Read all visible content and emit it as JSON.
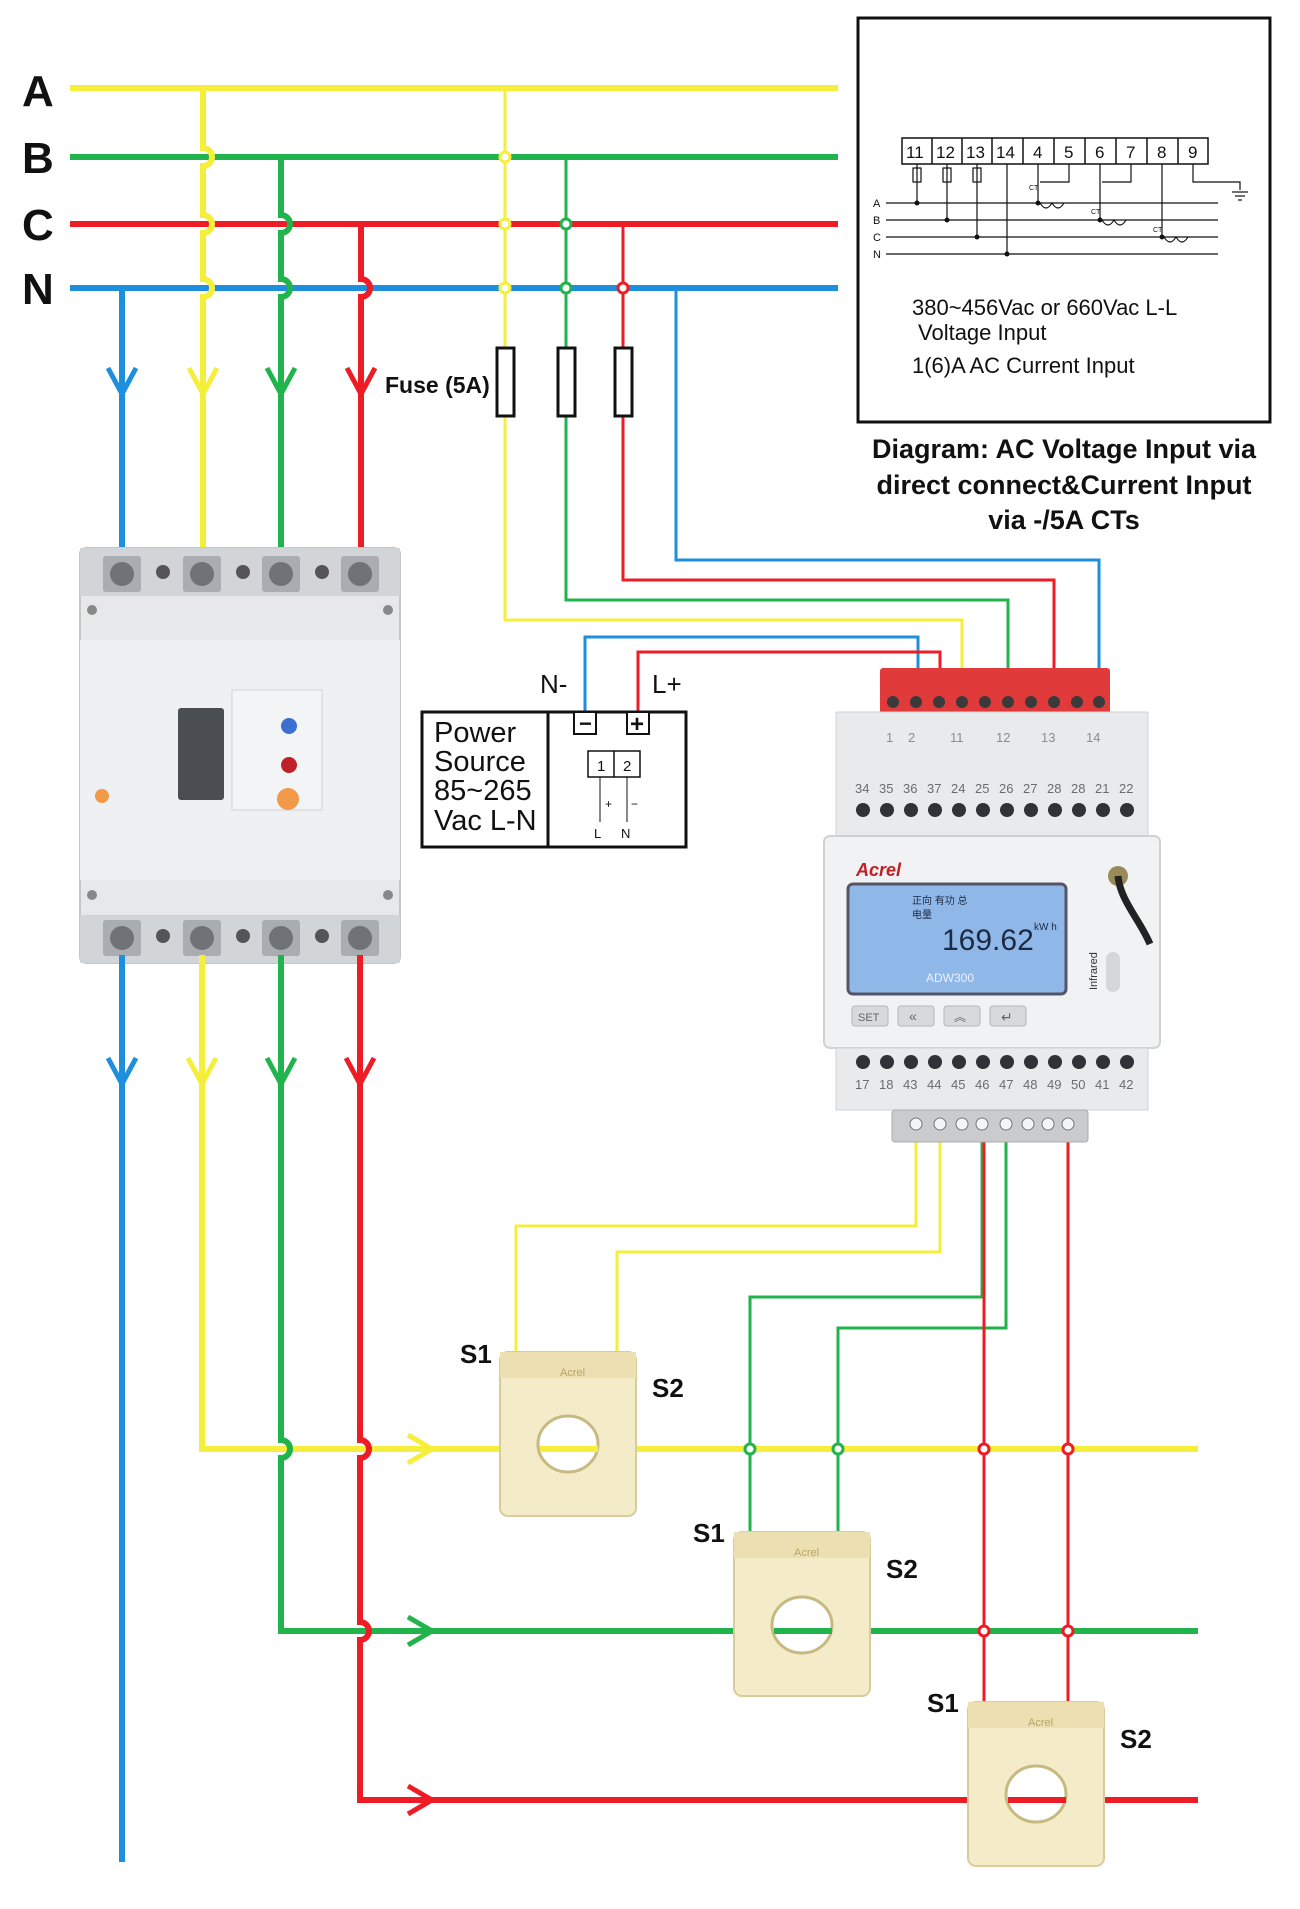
{
  "phases": {
    "a": "A",
    "b": "B",
    "c": "C",
    "n": "N"
  },
  "colors": {
    "phase_a": "#f5ee3a",
    "phase_b": "#21b34c",
    "phase_c": "#ee1c24",
    "neutral": "#1e8fdc",
    "outline": "#111111",
    "terminal_red": "#e03a3a",
    "lcd_bg": "#8fb8e8",
    "ct_body": "#f4ebc8"
  },
  "fuse_label": "Fuse (5A)",
  "power_box": {
    "title_lines": [
      "Power",
      "Source",
      "85~265",
      "Vac L-N"
    ],
    "n_minus": "N-",
    "l_plus": "L+",
    "minus_sym": "−",
    "plus_sym": "+",
    "term1": "1",
    "term2": "2",
    "pol_plus": "+",
    "pol_minus": "−",
    "label_l": "L",
    "label_n": "N"
  },
  "inset": {
    "terminals": [
      "11",
      "12",
      "13",
      "14",
      "4",
      "5",
      "6",
      "7",
      "8",
      "9"
    ],
    "rows": [
      "A",
      "B",
      "C",
      "N"
    ],
    "ct_labels": [
      "CT",
      "CT",
      "CT"
    ],
    "line1": "380~456Vac or 660Vac L-L",
    "line2": "Voltage Input",
    "line3": "1(6)A AC Current Input"
  },
  "diagram_caption": [
    "Diagram: AC Voltage Input via",
    "direct connect&Current Input",
    "via -/5A CTs"
  ],
  "meter": {
    "top_numbers": [
      "1",
      "2",
      "11",
      "12",
      "13",
      "14"
    ],
    "mid_numbers": [
      "34",
      "35",
      "36",
      "37",
      "24",
      "25",
      "26",
      "27",
      "28",
      "28",
      "21",
      "22"
    ],
    "bottom_numbers": [
      "17",
      "18",
      "43",
      "44",
      "45",
      "46",
      "47",
      "48",
      "49",
      "50",
      "41",
      "42"
    ],
    "brand": "Acrel",
    "model": "ADW300",
    "reading": "169.62",
    "unit": "kW h",
    "lcd_top": "正向  有功    总",
    "lcd_sub": "电量",
    "infrared": "Infrared",
    "btn_set": "SET",
    "btn_left": "«",
    "btn_up": "︽",
    "btn_enter": "↵"
  },
  "ct_labels": {
    "s1": "S1",
    "s2": "S2",
    "brand": "Acrel"
  }
}
